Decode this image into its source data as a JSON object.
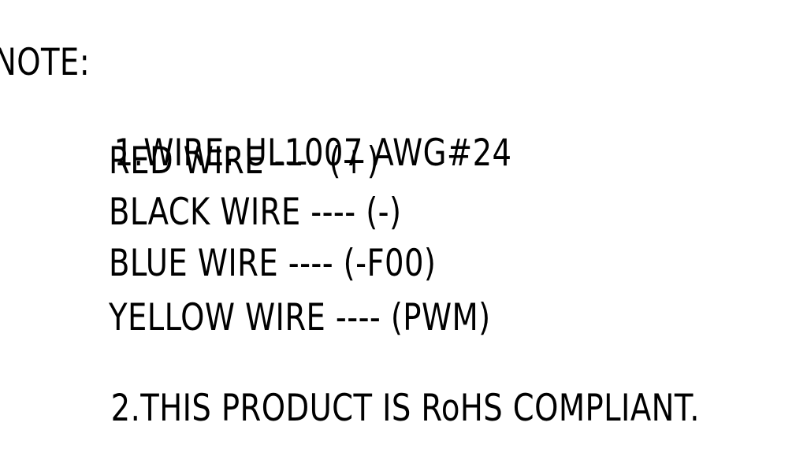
{
  "note": {
    "title": "NOTE:",
    "items": [
      {
        "number": "1.",
        "text": "WIRE: UL1007 AWG#24",
        "wires": [
          {
            "label": "RED WIRE ---- (+)"
          },
          {
            "label": "BLACK WIRE ---- (-)"
          },
          {
            "label": "BLUE WIRE ---- (-F00)"
          },
          {
            "label": "YELLOW WIRE ---- (PWM)"
          }
        ]
      },
      {
        "number": "2.",
        "text": "THIS PRODUCT IS RoHS COMPLIANT."
      }
    ]
  }
}
